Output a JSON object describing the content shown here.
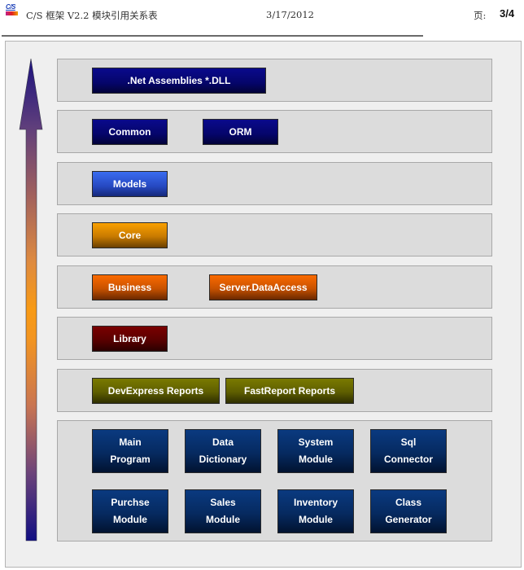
{
  "header": {
    "logo_text": "C/S",
    "title": "C/S 框架 V2.2 模块引用关系表",
    "date": "3/17/2012",
    "page_label": "页:",
    "page_number": "3/4"
  },
  "colors": {
    "navy": "#05056a",
    "blue": "#2648c0",
    "amber": "#c87a00",
    "orange": "#c85200",
    "maroon": "#5a0000",
    "olive": "#5e5e00",
    "steel": "#062a60",
    "band": "#dcdcdc",
    "frame": "#efefef"
  },
  "arrow": {
    "direction": "up",
    "label": "dependency-direction"
  },
  "layers": [
    {
      "name": "assemblies",
      "modules": [
        {
          "label": ".Net Assemblies *.DLL",
          "color": "navy"
        }
      ]
    },
    {
      "name": "common",
      "modules": [
        {
          "label": "Common",
          "color": "navy"
        },
        {
          "label": "ORM",
          "color": "navy"
        }
      ]
    },
    {
      "name": "models",
      "modules": [
        {
          "label": "Models",
          "color": "blue"
        }
      ]
    },
    {
      "name": "core",
      "modules": [
        {
          "label": "Core",
          "color": "amber"
        }
      ]
    },
    {
      "name": "business",
      "modules": [
        {
          "label": "Business",
          "color": "orange"
        },
        {
          "label": "Server.DataAccess",
          "color": "orange"
        }
      ]
    },
    {
      "name": "library",
      "modules": [
        {
          "label": "Library",
          "color": "maroon"
        }
      ]
    },
    {
      "name": "reports",
      "modules": [
        {
          "label": "DevExpress Reports",
          "color": "olive"
        },
        {
          "label": "FastReport Reports",
          "color": "olive"
        }
      ]
    },
    {
      "name": "applications",
      "modules": [
        {
          "line1": "Main",
          "line2": "Program",
          "color": "steel"
        },
        {
          "line1": "Data",
          "line2": "Dictionary",
          "color": "steel"
        },
        {
          "line1": "System",
          "line2": "Module",
          "color": "steel"
        },
        {
          "line1": "Sql",
          "line2": "Connector",
          "color": "steel"
        },
        {
          "line1": "Purchse",
          "line2": "Module",
          "color": "steel"
        },
        {
          "line1": "Sales",
          "line2": "Module",
          "color": "steel"
        },
        {
          "line1": "Inventory",
          "line2": "Module",
          "color": "steel"
        },
        {
          "line1": "Class",
          "line2": "Generator",
          "color": "steel"
        }
      ]
    }
  ]
}
